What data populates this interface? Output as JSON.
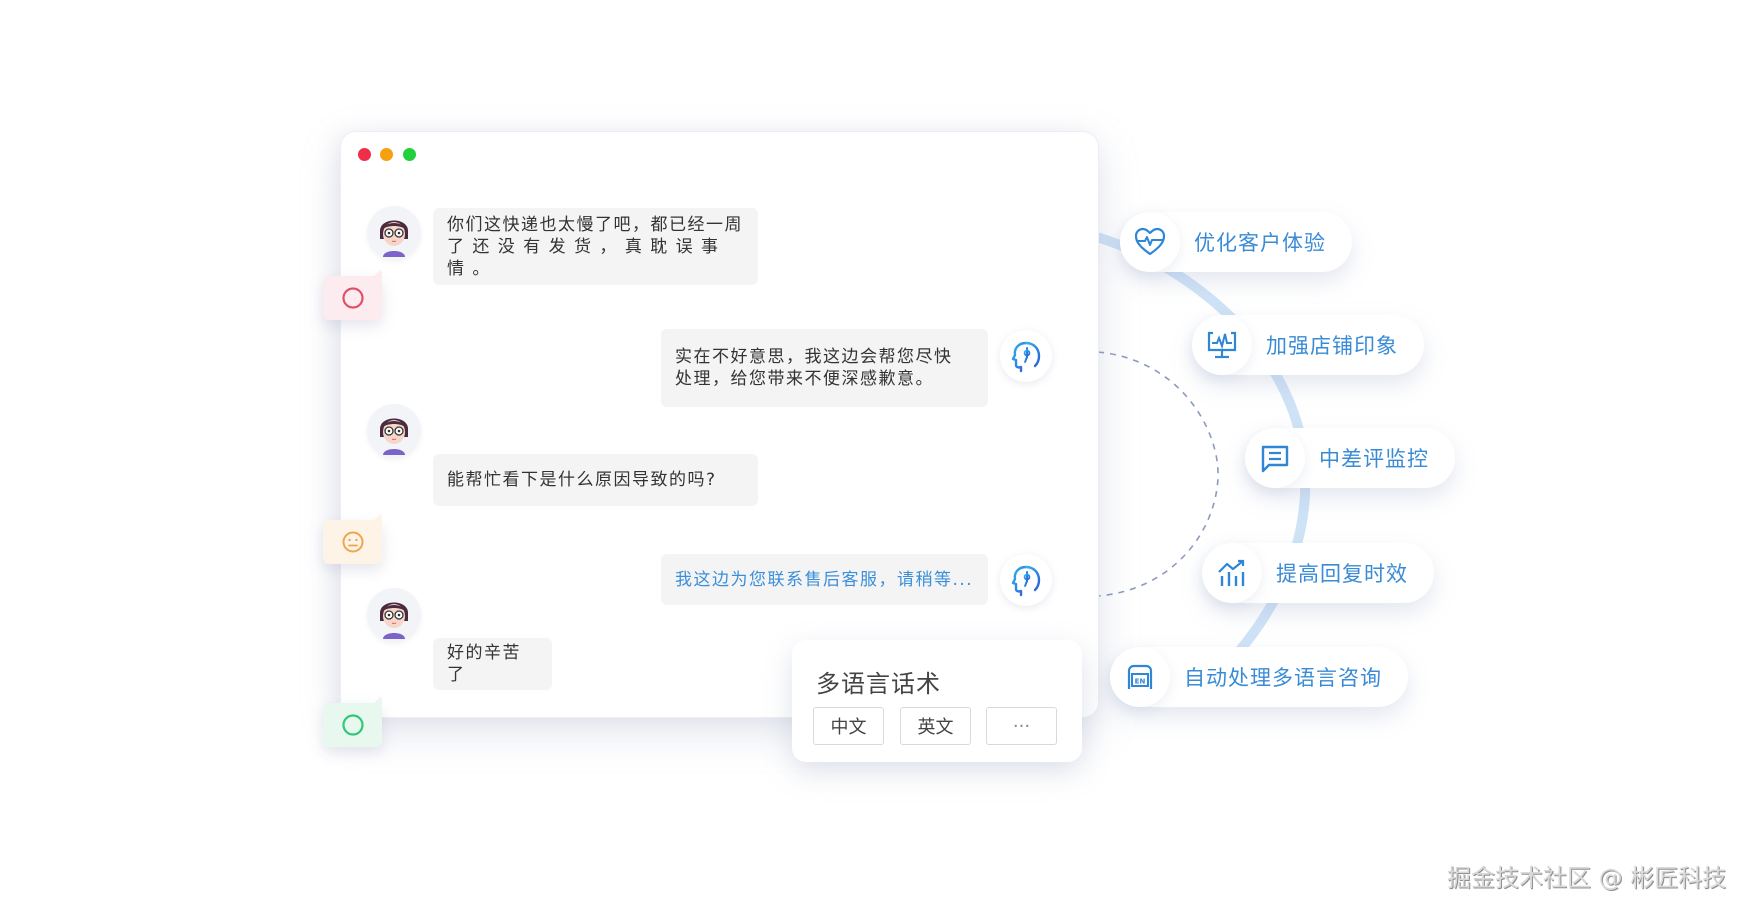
{
  "window": {
    "controls": [
      {
        "name": "close",
        "color": "#ef2e4a"
      },
      {
        "name": "minimize",
        "color": "#f5a00f"
      },
      {
        "name": "maximize",
        "color": "#22d03e"
      }
    ]
  },
  "chat": {
    "messages": [
      {
        "role": "customer",
        "text": "你们这快递也太慢了吧，都已经一周\n了 还 没 有 发 货 ， 真 耽 误 事 情 。",
        "sentiment": "negative"
      },
      {
        "role": "agent",
        "text": "实在不好意思，我这边会帮您尽快\n处理，给您带来不便深感歉意。"
      },
      {
        "role": "customer",
        "text": "能帮忙看下是什么原因导致的吗?",
        "sentiment": "neutral"
      },
      {
        "role": "agent",
        "text": "我这边为您联系售后客服，请稍等...",
        "highlight": true
      },
      {
        "role": "customer",
        "text": "好的辛苦了",
        "sentiment": "positive"
      }
    ]
  },
  "sentiment_colors": {
    "negative": "#e0506a",
    "neutral": "#f0a54a",
    "positive": "#2fc77a"
  },
  "multilang": {
    "title": "多语言话术",
    "options": [
      "中文",
      "英文",
      "···"
    ]
  },
  "features": [
    {
      "label": "优化客户体验",
      "icon": "heart-pulse-icon"
    },
    {
      "label": "加强店铺印象",
      "icon": "monitor-chart-icon"
    },
    {
      "label": "中差评监控",
      "icon": "chat-bubble-icon"
    },
    {
      "label": "提高回复时效",
      "icon": "bar-chart-trend-icon"
    },
    {
      "label": "自动处理多语言咨询",
      "icon": "en-language-icon"
    }
  ],
  "colors": {
    "accent": "#3a8bd6",
    "bubble_bg": "#f4f4f5"
  },
  "watermark": "掘金技术社区 @ 彬匠科技"
}
